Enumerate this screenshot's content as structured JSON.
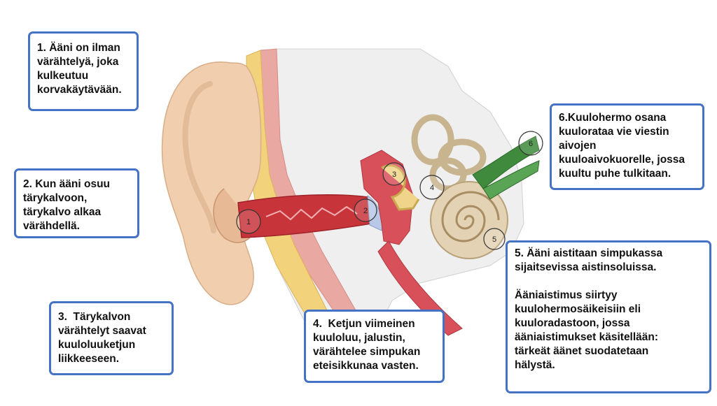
{
  "callouts": {
    "c1": {
      "lines": [
        "1. Ääni on ilman",
        "värähtelyä, joka",
        "kulkeutuu",
        "korvakäytävään."
      ]
    },
    "c2": {
      "lines": [
        "2. Kun ääni osuu",
        "tärykalvoon,",
        "tärykalvo alkaa",
        "värähdellä."
      ]
    },
    "c3": {
      "lines": [
        "3.  Tärykalvon",
        "värähtelyt saavat",
        "kuuloluuketjun",
        "liikkeeseen."
      ]
    },
    "c4": {
      "lines": [
        "4.  Ketjun viimeinen",
        "kuuloluu, jalustin,",
        "värähtelee simpukan",
        "eteisikkunaa vasten."
      ]
    },
    "c5": {
      "lines": [
        "5. Ääni aistitaan simpukassa",
        "sijaitsevissa aistinsoluissa."
      ],
      "lines2": [
        "Ääniaistimus siirtyy",
        "kuulohermosäikeisiin eli",
        "kuuloradastoon, jossa",
        "ääniaistimukset käsitellään:",
        "tärkeät äänet suodatetaan",
        "hälystä."
      ]
    },
    "c6": {
      "lines": [
        "6.Kuulohermo osana",
        "kuulorataa vie viestin",
        "aivojen",
        "kuuloaivokuorelle, jossa",
        "kuultu puhe tulkitaan."
      ]
    }
  },
  "markers": [
    "1",
    "2",
    "3",
    "4",
    "5",
    "6"
  ]
}
